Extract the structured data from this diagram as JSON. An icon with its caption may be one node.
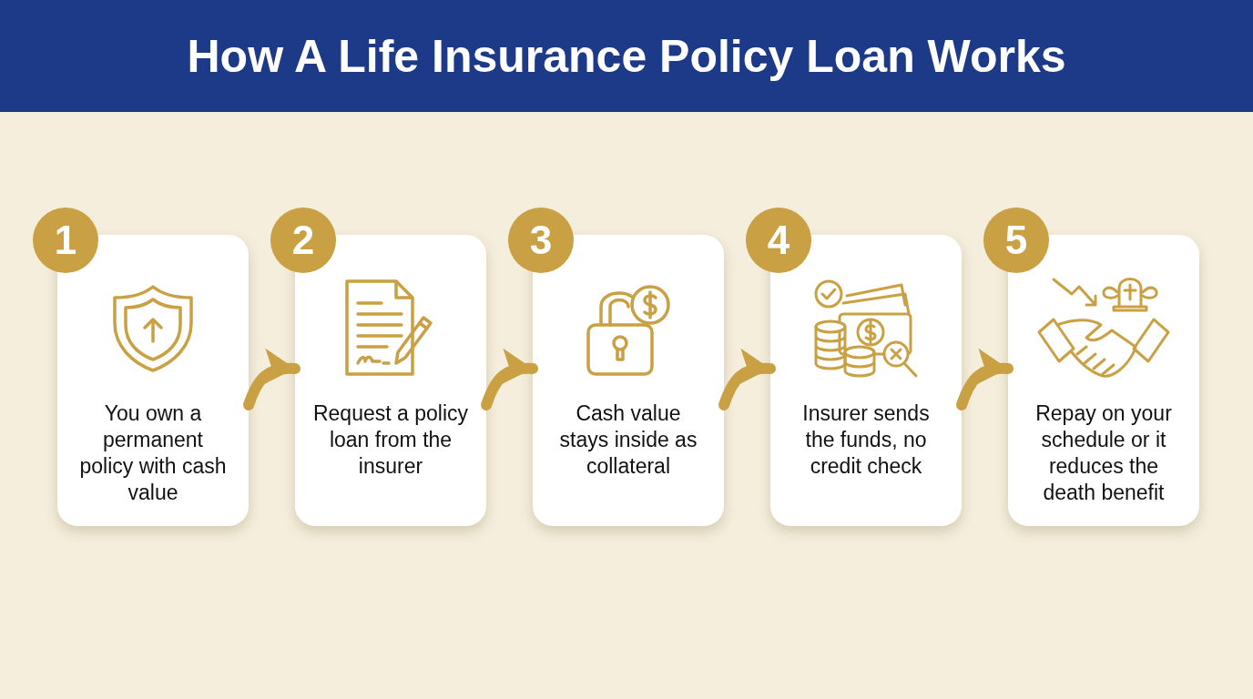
{
  "diagram": {
    "title": "How A Life Insurance Policy Loan Works",
    "nodes": [
      {
        "text": [
          "1",
          "You own a permanent policy with cash value"
        ]
      },
      {
        "text": [
          "2",
          "Request a policy loan from the insurer"
        ]
      },
      {
        "text": [
          "3",
          "Cash value stays inside as collateral"
        ]
      },
      {
        "text": [
          "4",
          "Insurer sends the funds, no credit check"
        ]
      },
      {
        "text": [
          "5",
          "Repay on your schedule or it reduces the death benefit"
        ]
      }
    ],
    "edges": [
      {
        "from": 0,
        "to": 1,
        "arrow": "to"
      },
      {
        "from": 1,
        "to": 2,
        "arrow": "to"
      },
      {
        "from": 2,
        "to": 3,
        "arrow": "to"
      },
      {
        "from": 3,
        "to": 4,
        "arrow": "to"
      }
    ]
  }
}
